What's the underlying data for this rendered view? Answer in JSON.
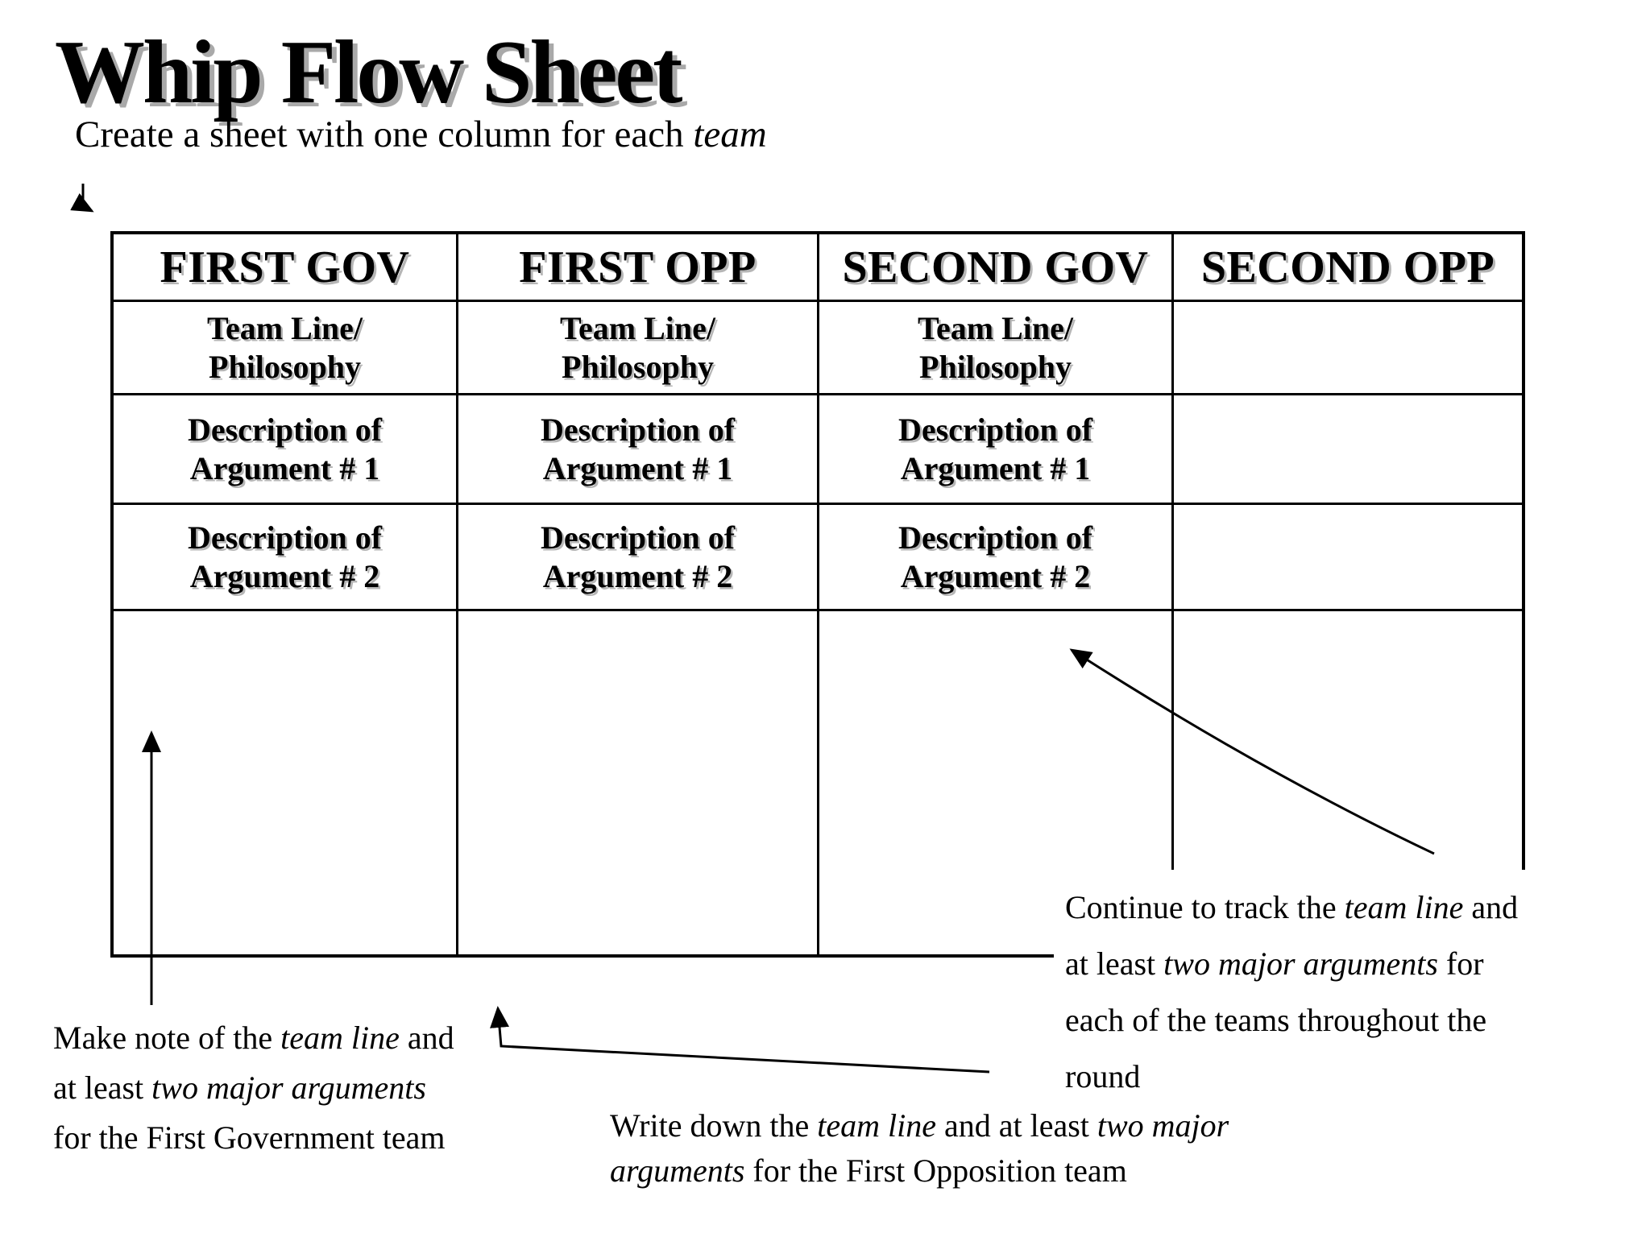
{
  "slide": {
    "title": "Whip Flow Sheet",
    "subtitle_parts": [
      {
        "text": "Create a sheet with one column for each "
      },
      {
        "text": "team",
        "italic": true
      }
    ]
  },
  "table": {
    "headers": [
      "FIRST GOV",
      "FIRST OPP",
      "SECOND GOV",
      "SECOND OPP"
    ],
    "rows": [
      {
        "cells": [
          "Team Line/\nPhilosophy",
          "Team Line/\nPhilosophy",
          "Team Line/\nPhilosophy",
          ""
        ]
      },
      {
        "cells": [
          "Description of\nArgument # 1",
          "Description of\nArgument # 1",
          "Description of\nArgument # 1",
          ""
        ]
      },
      {
        "cells": [
          "Description of\nArgument # 2",
          "Description of\nArgument # 2",
          "Description of\nArgument # 2",
          ""
        ]
      },
      {
        "cells": [
          "",
          "",
          "",
          ""
        ]
      }
    ]
  },
  "annotations": {
    "first_gov": {
      "parts": [
        {
          "text": "Make note of the "
        },
        {
          "text": "team line",
          "italic": true
        },
        {
          "text": " and\nat least "
        },
        {
          "text": "two major arguments",
          "italic": true
        },
        {
          "text": "\nfor the First Government team"
        }
      ]
    },
    "first_opp": {
      "parts": [
        {
          "text": "Write down the "
        },
        {
          "text": "team line",
          "italic": true
        },
        {
          "text": " and at least "
        },
        {
          "text": "two major\narguments",
          "italic": true
        },
        {
          "text": " for the First Opposition team"
        }
      ]
    },
    "tracking": {
      "parts": [
        {
          "text": "Continue to track the "
        },
        {
          "text": "team line",
          "italic": true
        },
        {
          "text": " and\nat least "
        },
        {
          "text": "two major arguments",
          "italic": true
        },
        {
          "text": " for\neach of the teams throughout the\nround"
        }
      ]
    }
  },
  "arrows": {
    "subtitle_pointer": "elbow-arrow-pointing-to-table",
    "first_gov_pointer": "up-arrow-into-first-gov-column",
    "first_opp_pointer": "elbow-up-arrow-into-first-opp-column",
    "tracking_pointer": "diagonal-up-arrow-to-second-gov-column"
  },
  "colors": {
    "text": "#000000",
    "title_shadow": "#a9a9a9",
    "cell_text_shadow": "#b6b6b6",
    "table_border": "#000000",
    "background": "#ffffff"
  }
}
